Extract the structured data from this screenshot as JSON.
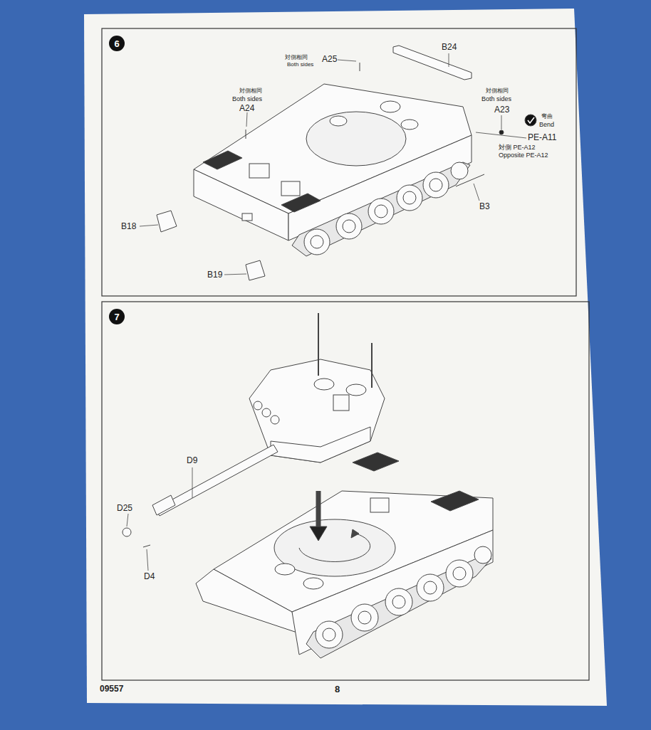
{
  "diagram": {
    "nodes": [
      {
        "text": [
          "6"
        ]
      },
      {
        "text": [
          "7"
        ]
      }
    ],
    "labels": [
      "対側相同",
      "Both sides",
      "A25",
      "B24",
      "対側相同",
      "Both sides",
      "A24",
      "対側相同",
      "Both sides",
      "A23",
      "弯曲",
      "Bend",
      "PE-A11",
      "対側 PE-A12",
      "Opposite PE-A12",
      "B3",
      "B18",
      "B19",
      "D9",
      "D25",
      "D4",
      "09557",
      "8"
    ]
  }
}
